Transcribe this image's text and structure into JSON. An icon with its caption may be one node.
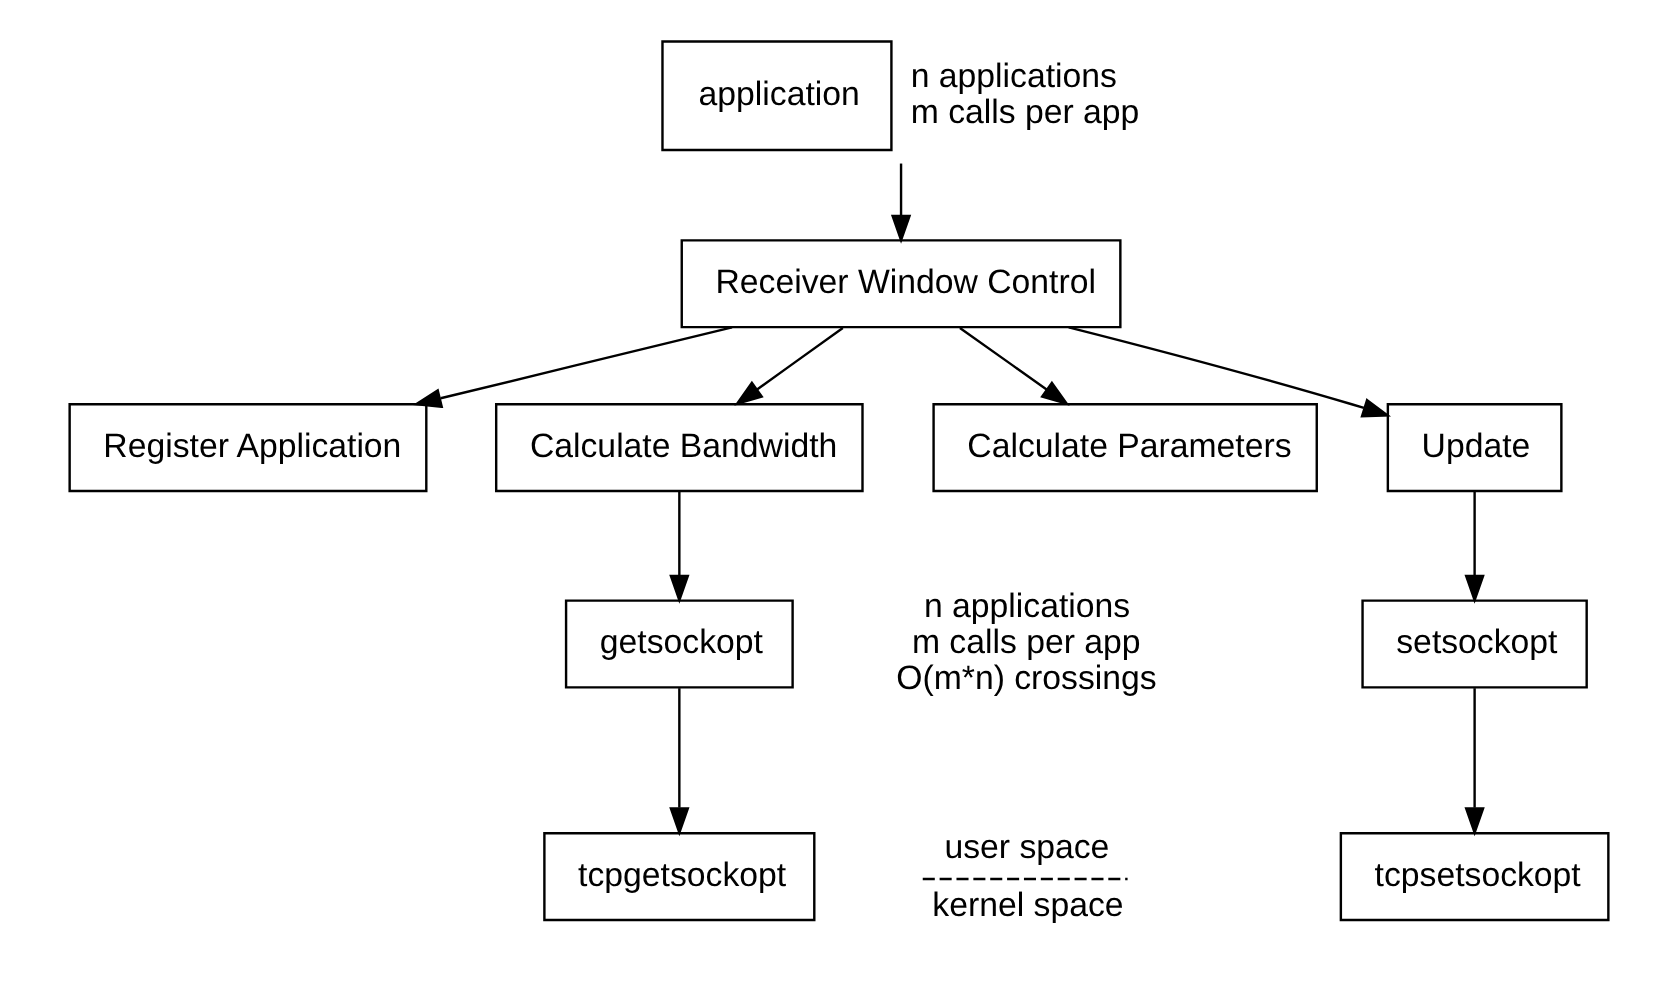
{
  "diagram": {
    "nodes": [
      {
        "text": [
          "application"
        ],
        "beside": [
          "n applications",
          "m calls per app"
        ]
      },
      {
        "text": [
          "Receiver Window Control"
        ]
      },
      {
        "text": [
          "Register Application"
        ]
      },
      {
        "text": [
          "Calculate Bandwidth"
        ]
      },
      {
        "text": [
          "Calculate Parameters"
        ]
      },
      {
        "text": [
          "Update"
        ]
      },
      {
        "text": [
          "getsockopt"
        ]
      },
      {
        "text": [
          "setsockopt"
        ]
      },
      {
        "text": [
          "tcpgetsockopt"
        ]
      },
      {
        "text": [
          "tcpsetsockopt"
        ]
      }
    ],
    "edges": [
      {
        "from": 0,
        "to": 1,
        "arrow": "to"
      },
      {
        "from": 1,
        "to": 2,
        "arrow": "to"
      },
      {
        "from": 1,
        "to": 3,
        "arrow": "to"
      },
      {
        "from": 1,
        "to": 4,
        "arrow": "to"
      },
      {
        "from": 1,
        "to": 5,
        "arrow": "to"
      },
      {
        "from": 3,
        "to": 6,
        "arrow": "to"
      },
      {
        "from": 5,
        "to": 7,
        "arrow": "to"
      },
      {
        "from": 6,
        "to": 8,
        "arrow": "to"
      },
      {
        "from": 7,
        "to": 9,
        "arrow": "to"
      }
    ],
    "labels": [
      "n applications",
      "m calls per app",
      "O(m*n) crossings",
      "user space",
      "kernel space"
    ]
  }
}
